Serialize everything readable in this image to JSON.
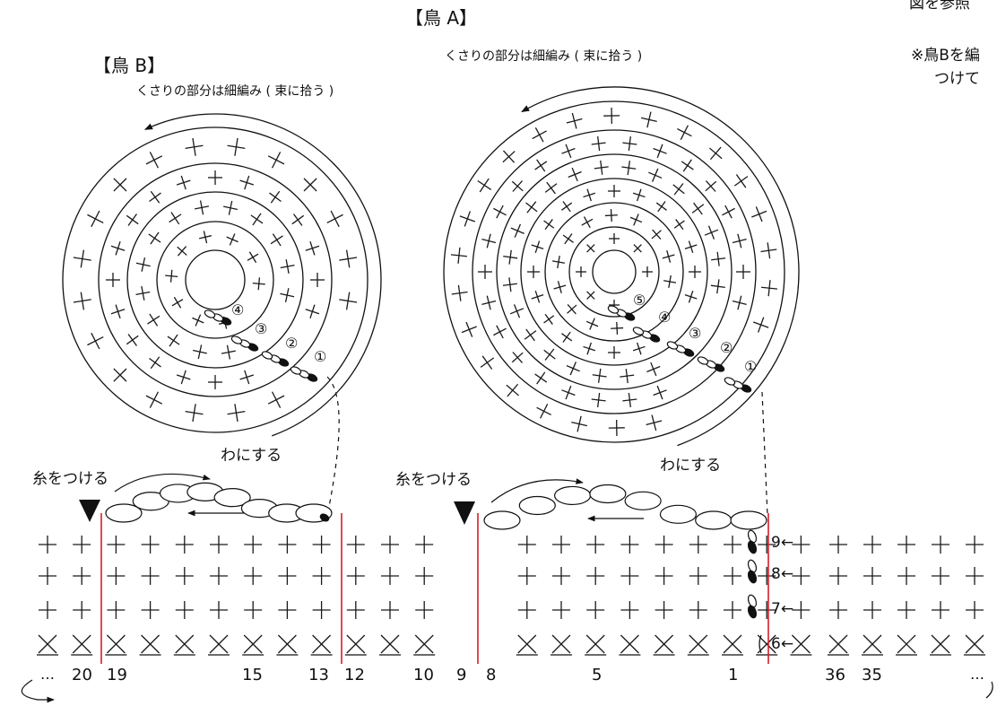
{
  "labels": {
    "bird_a_title": "【鳥 A】",
    "bird_b_title": "【鳥 B】",
    "note_a": "くさりの部分は細編み ( 束に拾う )",
    "note_b": "くさりの部分は細編み ( 束に拾う )",
    "cutoff_1": "図を参照",
    "cutoff_2": "※鳥Bを編",
    "cutoff_3": "つけて",
    "attach_b": "糸をつける",
    "attach_a": "糸をつける",
    "ring_b": "わにする",
    "ring_a": "わにする"
  },
  "circle_b_rounds": [
    "①",
    "②",
    "③",
    "④"
  ],
  "circle_a_rounds": [
    "①",
    "②",
    "③",
    "④",
    "⑤"
  ],
  "row_labels": [
    "9←",
    "8←",
    "7←",
    "6←"
  ],
  "stitch_numbers": [
    "…",
    "20",
    "19",
    "15",
    "13",
    "12",
    "10",
    "9",
    "8",
    "5",
    "1",
    "36",
    "35",
    "…"
  ]
}
